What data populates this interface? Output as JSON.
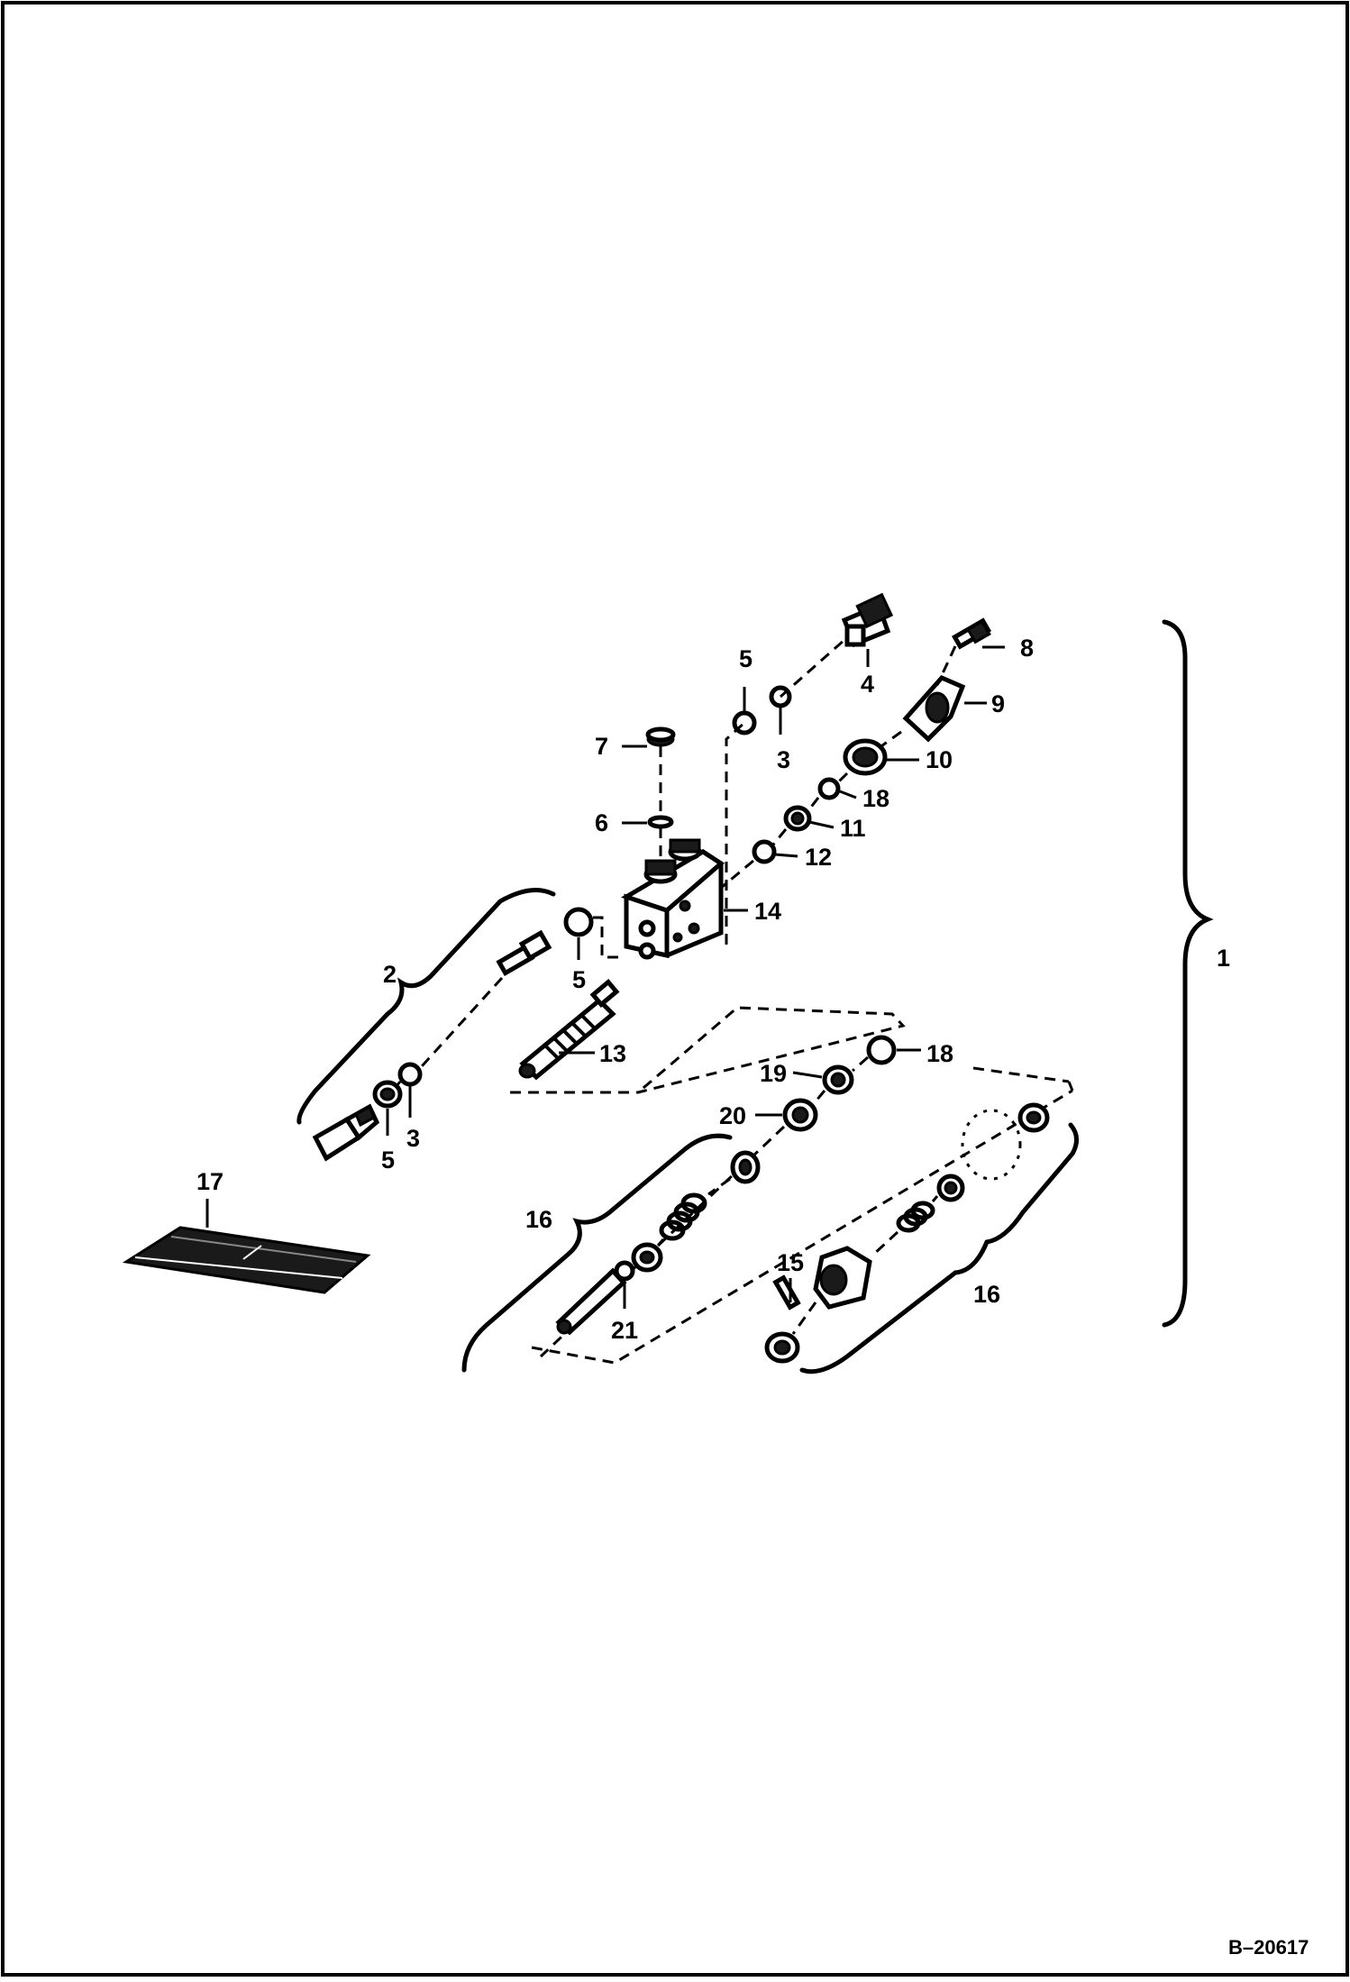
{
  "document_id": "B–20617",
  "callouts": {
    "c1": "1",
    "c2": "2",
    "c3a": "3",
    "c3b": "3",
    "c4": "4",
    "c5a": "5",
    "c5b": "5",
    "c5c": "5",
    "c6": "6",
    "c7": "7",
    "c8": "8",
    "c9": "9",
    "c10": "10",
    "c11": "11",
    "c12": "12",
    "c13": "13",
    "c14": "14",
    "c15": "15",
    "c16a": "16",
    "c16b": "16",
    "c17": "17",
    "c18a": "18",
    "c18b": "18",
    "c19": "19",
    "c20": "20",
    "c21": "21"
  }
}
